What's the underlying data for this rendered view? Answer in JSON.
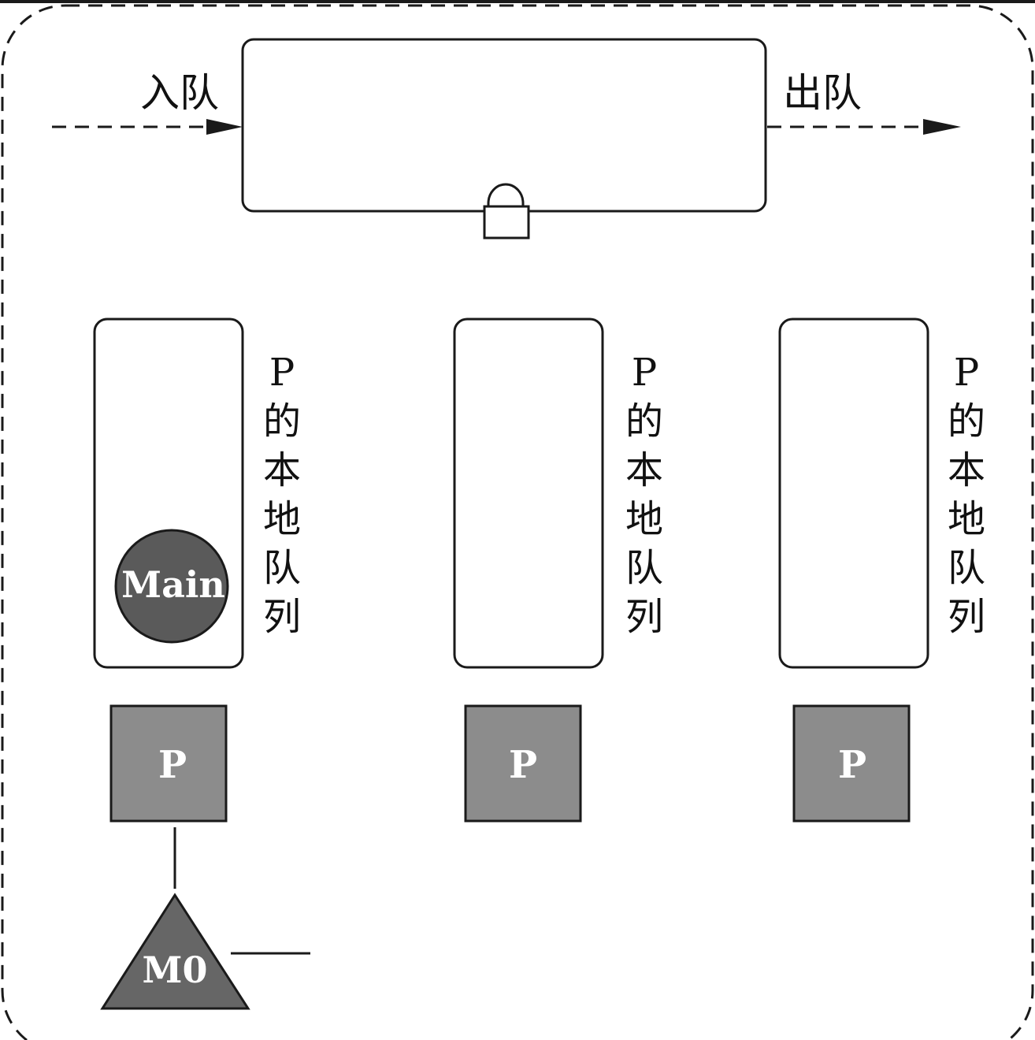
{
  "global_queue": {
    "enqueue_label": "入队",
    "dequeue_label": "出队"
  },
  "local_queues": [
    {
      "label_chars": [
        "P",
        "的",
        "本",
        "地",
        "队",
        "列"
      ]
    },
    {
      "label_chars": [
        "P",
        "的",
        "本",
        "地",
        "队",
        "列"
      ]
    },
    {
      "label_chars": [
        "P",
        "的",
        "本",
        "地",
        "队",
        "列"
      ]
    }
  ],
  "goroutine": {
    "label": "Main"
  },
  "processors": [
    {
      "label": "P"
    },
    {
      "label": "P"
    },
    {
      "label": "P"
    }
  ],
  "machine": {
    "label": "M0"
  },
  "colors": {
    "processor_fill": "#8c8c8c",
    "goroutine_fill": "#5a5a5a",
    "machine_fill": "#666666",
    "stroke": "#1a1a1a"
  }
}
